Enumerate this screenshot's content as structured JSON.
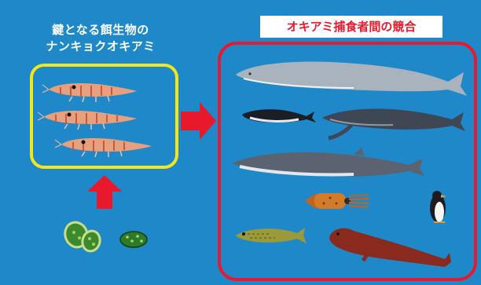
{
  "labels": {
    "krill_line1": "鍵となる餌生物の",
    "krill_line2": "ナンキョクオキアミ",
    "predators_title": "オキアミ捕食者間の競合"
  },
  "colors": {
    "background": "#1e88c9",
    "krill_frame": "#f3e61a",
    "predator_frame": "#e8192c",
    "arrow": "#e8192c"
  },
  "icons": {
    "krill": "krill-icon",
    "phytoplankton": "phytoplankton-icon",
    "blue_whale": "blue-whale-icon",
    "minke_whale": "minke-whale-icon",
    "humpback_whale": "humpback-whale-icon",
    "fin_whale": "fin-whale-icon",
    "squid": "squid-icon",
    "penguin": "penguin-icon",
    "fish": "fish-icon",
    "seal": "seal-icon"
  }
}
